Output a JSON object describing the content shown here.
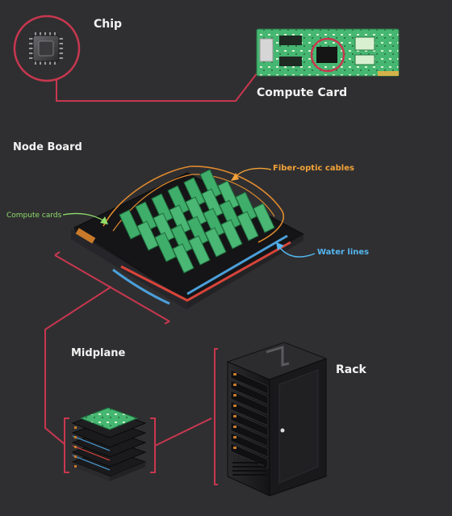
{
  "labels": {
    "chip": "Chip",
    "compute_card": "Compute Card",
    "node_board": "Node Board",
    "midplane": "Midplane",
    "rack": "Rack"
  },
  "annotations": {
    "fiber_optic_cables": "Fiber-optic cables",
    "compute_cards": "Compute cards",
    "water_lines": "Water lines"
  },
  "colors": {
    "background": "#2f2f31",
    "connector": "#c8374f",
    "pcb_green": "#3fae6a",
    "fiber_orange": "#f3a237",
    "compute_cards_green": "#8fdc6a",
    "water_blue": "#54b6f0",
    "rack_body": "#1e1e20"
  }
}
